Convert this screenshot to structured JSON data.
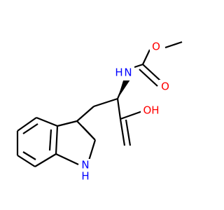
{
  "molecule": {
    "colors": {
      "bond": "#000000",
      "oxygen": "#ff0000",
      "nitrogen": "#0000ff",
      "background": "#ffffff"
    },
    "atom_labels": {
      "methyl_oxygen": "O",
      "carbonyl_oxygen": "O",
      "amide_nitrogen": "N",
      "amide_hydrogen": "H",
      "hydroxyl": "OH",
      "indole_nitrogen": "N",
      "indole_hydrogen": "H"
    }
  }
}
